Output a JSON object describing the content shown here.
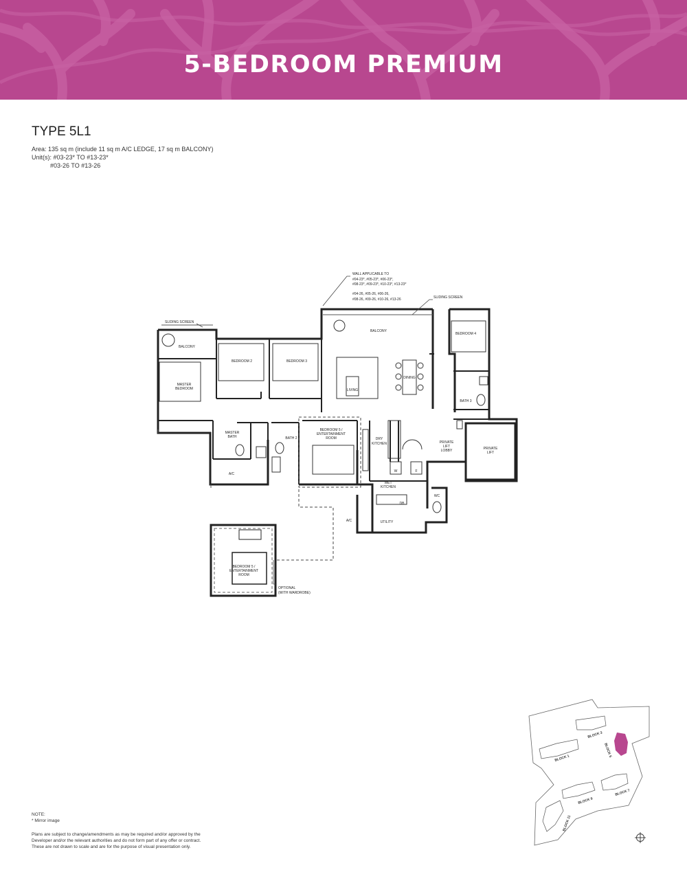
{
  "header": {
    "title": "5-BEDROOM PREMIUM",
    "color": "#b8478f"
  },
  "unit": {
    "type": "TYPE 5L1",
    "area": "Area: 135 sq m (include 11 sq m A/C LEDGE, 17 sq m BALCONY)",
    "units_line1": "Unit(s): #03-23* TO #13-23*",
    "units_line2": "#03-26 TO #13-26"
  },
  "plan": {
    "rooms": {
      "balcony_left": "BALCONY",
      "master_bedroom_1": "MASTER",
      "master_bedroom_2": "BEDROOM",
      "bedroom_2": "BEDROOM 2",
      "bedroom_3": "BEDROOM 3",
      "balcony_main": "BALCONY",
      "bedroom_4": "BEDROOM 4",
      "dining": "DINING",
      "living": "LIVING",
      "bath_3": "BATH 3",
      "master_bath_1": "MASTER",
      "master_bath_2": "BATH",
      "bath_2": "BATH 2",
      "bedroom_5_1": "BEDROOM 5 /",
      "bedroom_5_2": "ENTERTAINMENT",
      "bedroom_5_3": "ROOM",
      "dry_kitchen_1": "DRY",
      "dry_kitchen_2": "KITCHEN",
      "private_lift_lobby_1": "PRIVATE",
      "private_lift_lobby_2": "LIFT",
      "private_lift_lobby_3": "LOBBY",
      "private_lift_1": "PRIVATE",
      "private_lift_2": "LIFT",
      "washer": "W",
      "fridge": "F",
      "wet_kitchen_1": "WET",
      "wet_kitchen_2": "KITCHEN",
      "db": "DB",
      "wc": "WC",
      "ac_left": "A/C",
      "ac_center": "A/C",
      "utility": "UTILITY",
      "optional_bedroom_1": "BEDROOM 5 /",
      "optional_bedroom_2": "ENTERTAINMENT",
      "optional_bedroom_3": "ROOM"
    },
    "annotations": {
      "sliding_screen_left": "SLIDING SCREEN",
      "sliding_screen_right": "SLIDING SCREEN",
      "wall_note_1": "WALL APPLICABLE TO",
      "wall_note_2": "#04-23*, #05-23*, #06-23*,",
      "wall_note_3": "#08-23*, #09-23*, #10-23*, #13-23*",
      "wall_note_4": "#04-26, #05-26, #06-26,",
      "wall_note_5": "#08-26, #09-26, #10-26, #13-26",
      "optional_1": "OPTIONAL",
      "optional_2": "(WITH WARDROBE)"
    }
  },
  "site_plan": {
    "highlight_color": "#b8478f",
    "blocks": {
      "block_1": "BLOCK 1",
      "block_3": "BLOCK 3",
      "block_5": "BLOCK 5",
      "block_7": "BLOCK 7",
      "block_9": "BLOCK 9",
      "block_11": "BLOCK 11"
    }
  },
  "notes": {
    "heading": "NOTE:",
    "mirror": "* Mirror image",
    "disclaimer_1": "Plans are subject to change/amendments as may be required and/or approved by the",
    "disclaimer_2": "Developer and/or the relevant authorities and do not form part of any offer or contract.",
    "disclaimer_3": "These are not drawn to scale and are for the purpose of visual presentation only."
  }
}
